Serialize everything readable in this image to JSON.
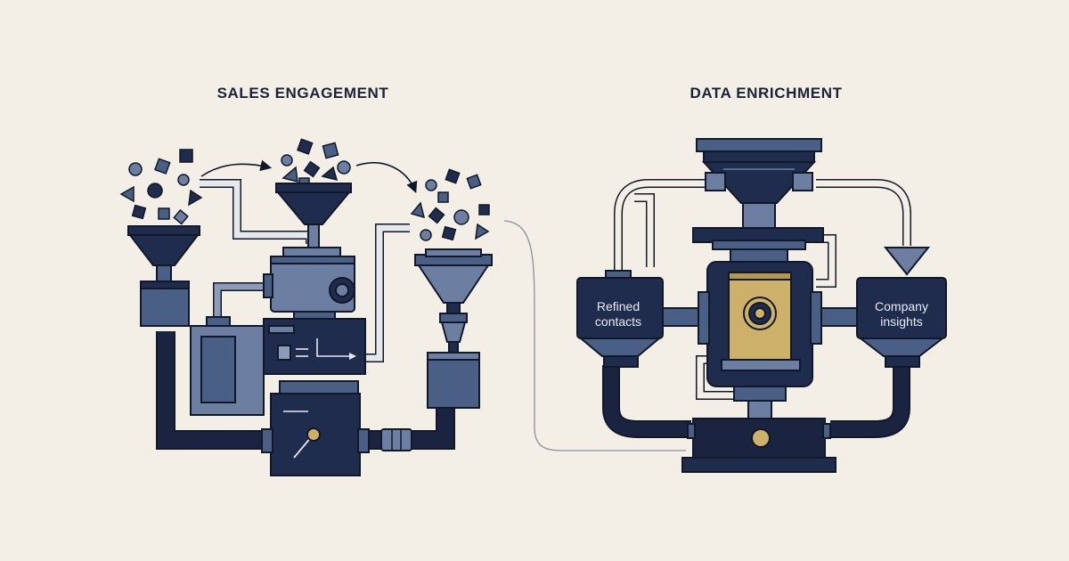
{
  "panels": {
    "left": {
      "title": "SALES ENGAGEMENT"
    },
    "right": {
      "title": "DATA ENRICHMENT"
    }
  },
  "labels": {
    "refined": "Refined\ncontacts",
    "company": "Company\ninsights"
  },
  "colors": {
    "background": "#f3efe7",
    "navy": "#1f2c4d",
    "slate": "#4a5f85",
    "slate_light": "#6c7fa3",
    "outline": "#111827",
    "gold": "#cdb06a",
    "pipe_dark": "#1a2440"
  }
}
